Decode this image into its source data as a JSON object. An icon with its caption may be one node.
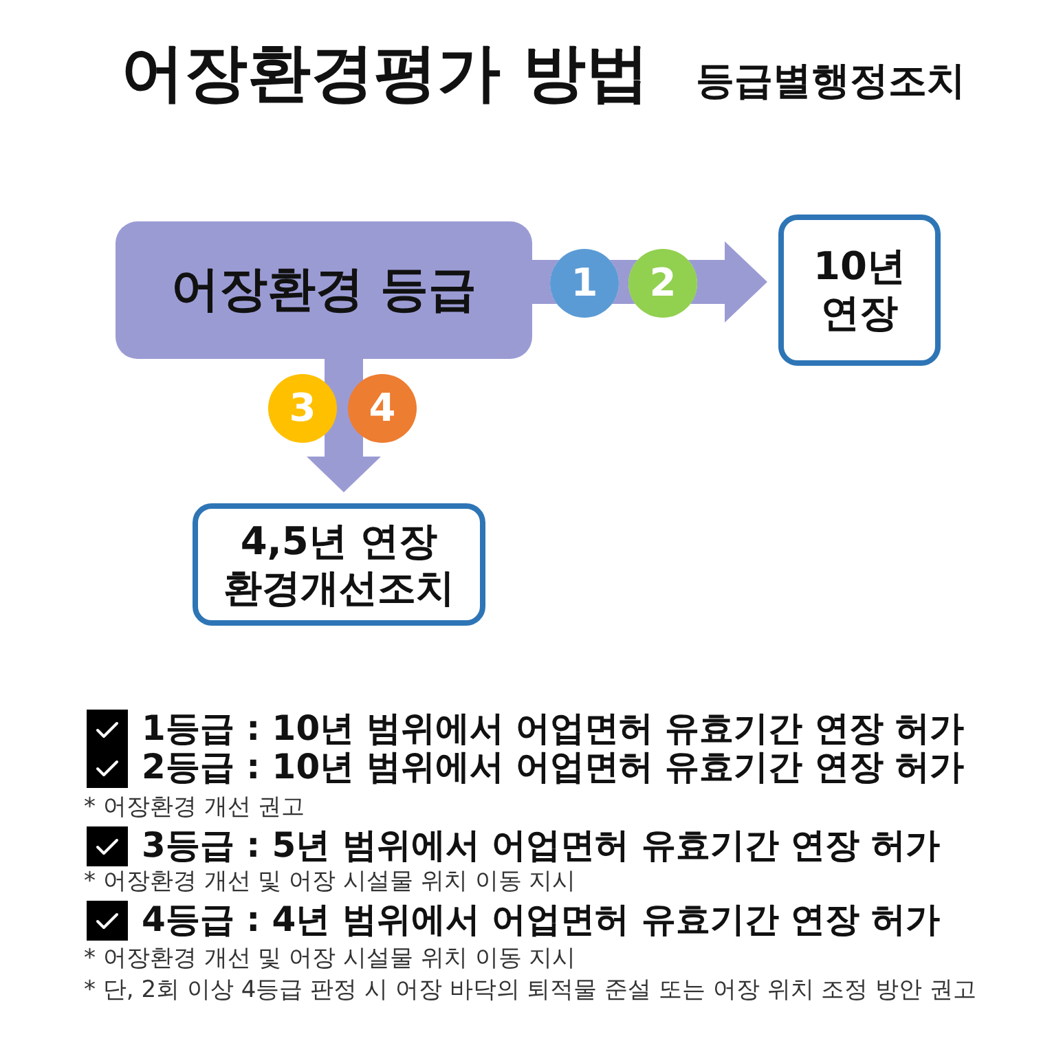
{
  "diagram": {
    "title": "어장환경평가 방법",
    "nodes": [
      {
        "text": [
          "어장환경 등급"
        ]
      },
      {
        "text": [
          "1"
        ]
      },
      {
        "text": [
          "2"
        ]
      },
      {
        "text": [
          "10년 연장"
        ]
      },
      {
        "text": [
          "3"
        ]
      },
      {
        "text": [
          "4"
        ]
      },
      {
        "text": [
          "4,5년 연장 환경개선조치"
        ]
      }
    ],
    "edges": [
      {
        "from": 0,
        "to": 1,
        "arrow": "none"
      },
      {
        "from": 1,
        "to": 2,
        "arrow": "none"
      },
      {
        "from": 2,
        "to": 3,
        "arrow": "to"
      },
      {
        "from": 0,
        "to": 6,
        "arrow": "to"
      }
    ],
    "labels": [
      "등급별행정조치",
      "1등급 : 10년 범위에서 어업면허 유효기간 연장 허가",
      "2등급 : 10년 범위에서 어업면허 유효기간 연장 허가",
      "* 어장환경 개선 권고",
      "3등급 : 5년 범위에서 어업면허 유효기간 연장 허가",
      "* 어장환경 개선 및 어장 시설물 위치 이동 지시",
      "4등급 : 4년 범위에서 어업면허 유효기간 연장 허가",
      "* 어장환경 개선 및 어장 시설물 위치 이동 지시",
      "* 단, 2회 이상 4등급 판정 시 어장 바닥의 퇴적물 준설 또는 어장 위치 조정 방안 권고"
    ]
  }
}
